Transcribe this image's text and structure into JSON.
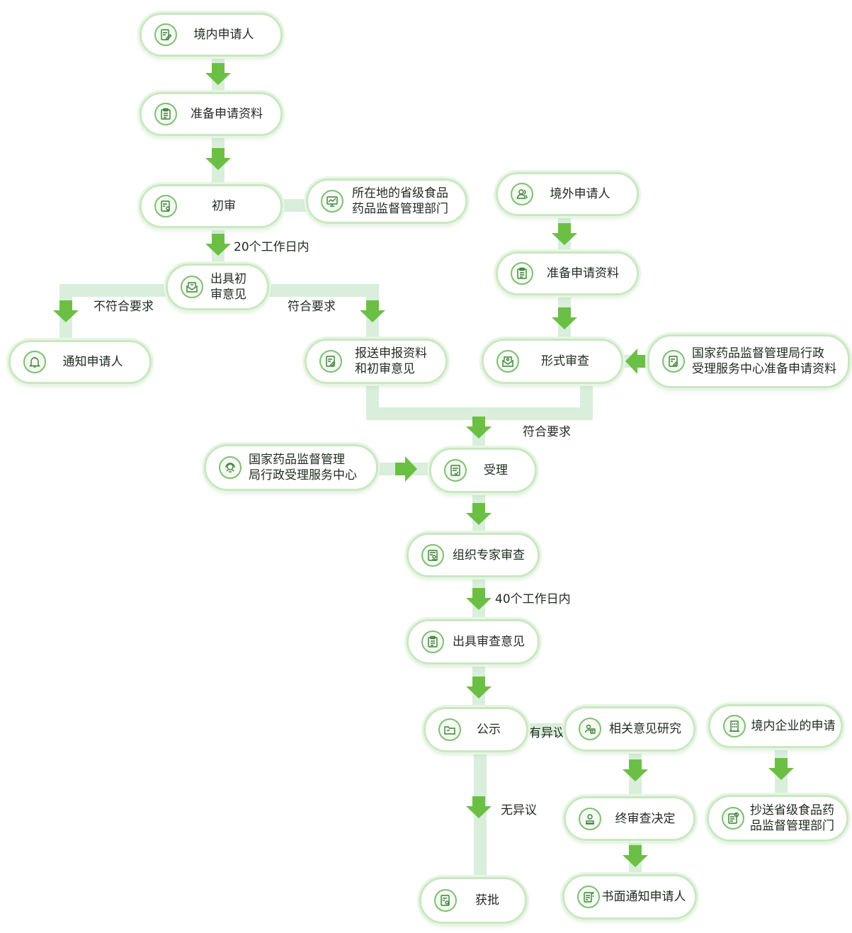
{
  "nodes": {
    "domestic_applicant": "境内申请人",
    "prepare_materials_1": "准备申请资料",
    "initial_review": "初审",
    "provincial_admin": "所在地的省级食品\n药品监督管理部门",
    "issue_initial_opinion": "出具初\n审意见",
    "notify_applicant": "通知申请人",
    "submit_materials": "报送申报资料\n和初审意见",
    "foreign_applicant": "境外申请人",
    "prepare_materials_2": "准备申请资料",
    "formal_review": "形式审查",
    "nmpa_center_prepare": "国家药品监督管理局行政\n受理服务中心准备申请资料",
    "nmpa_center": "国家药品监督管理\n局行政受理服务中心",
    "acceptance": "受理",
    "expert_review": "组织专家审查",
    "issue_review_opinion": "出具审查意见",
    "publicity": "公示",
    "related_research": "相关意见研究",
    "domestic_company_app": "境内企业的申请",
    "final_decision": "终审查决定",
    "cc_provincial": "抄送省级食品药\n品监督管理部门",
    "written_notify": "书面通知申请人",
    "approved": "获批"
  },
  "edge_labels": {
    "twenty_days": "20个工作日内",
    "not_meet": "不符合要求",
    "meet_1": "符合要求",
    "meet_2": "符合要求",
    "forty_days": "40个工作日内",
    "has_objection": "有异议",
    "no_objection": "无异议"
  },
  "icons": {
    "domestic_applicant": "edit-document-icon",
    "prepare_materials_1": "clipboard-list-icon",
    "initial_review": "document-stamp-icon",
    "provincial_admin": "monitor-chart-icon",
    "issue_initial_opinion": "inbox-mail-icon",
    "notify_applicant": "bell-icon",
    "submit_materials": "document-edit-icon",
    "foreign_applicant": "users-icon",
    "prepare_materials_2": "clipboard-list-icon",
    "formal_review": "inbox-mail-icon",
    "nmpa_center_prepare": "document-edit-icon",
    "nmpa_center": "service-agent-icon",
    "acceptance": "document-check-icon",
    "expert_review": "document-stamp-icon",
    "issue_review_opinion": "clipboard-list-icon",
    "publicity": "folder-icon",
    "related_research": "user-card-icon",
    "domestic_company_app": "building-icon",
    "final_decision": "user-stamp-icon",
    "cc_provincial": "document-edit-icon",
    "written_notify": "document-sparkle-icon",
    "approved": "document-search-icon"
  },
  "colors": {
    "connector": "#d9eedb",
    "arrow": "#6cbf45",
    "node_border": "#c9e8c2",
    "icon_stroke": "#3f7f3a"
  }
}
